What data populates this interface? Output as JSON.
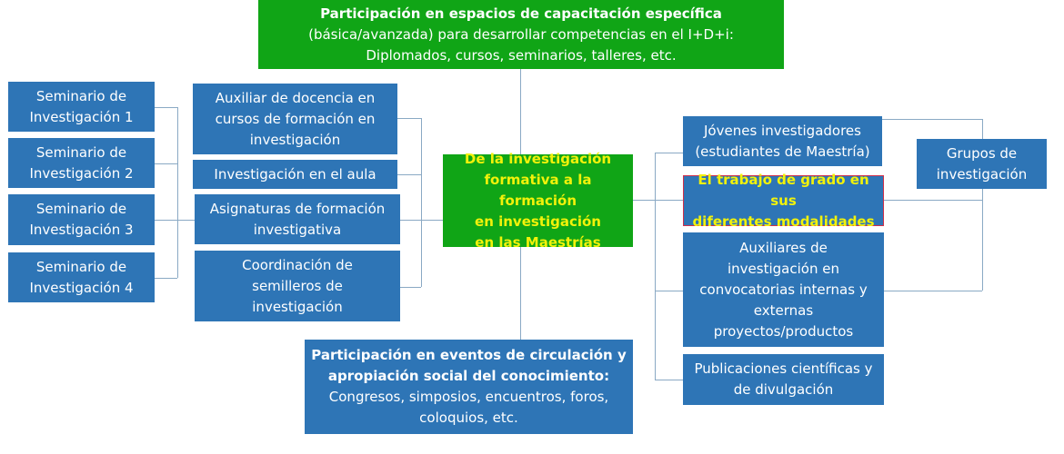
{
  "top": {
    "bold": "Participación en espacios de capacitación específica",
    "text": "(básica/avanzada) para desarrollar competencias en el I+D+i:\nDiplomados, cursos, seminarios, talleres, etc."
  },
  "center": "De la investigación\nformativa a la formación\nen investigación\nen las Maestrías",
  "seminars": [
    "Seminario de\nInvestigación 1",
    "Seminario de\nInvestigación 2",
    "Seminario de\nInvestigación 3",
    "Seminario de\nInvestigación 4"
  ],
  "left_items": [
    "Auxiliar de docencia en\ncursos de formación en\ninvestigación",
    "Investigación en el aula",
    "Asignaturas de formación\ninvestigativa",
    "Coordinación de\nsemilleros de\ninvestigación"
  ],
  "right_items": [
    "Jóvenes investigadores\n(estudiantes de Maestría)",
    "El trabajo de grado en sus\ndiferentes modalidades",
    "Auxiliares de\ninvestigación  en\nconvocatorias internas  y\nexternas\nproyectos/productos",
    "Publicaciones científicas y\nde divulgación"
  ],
  "groups": "Grupos de\ninvestigación",
  "bottom": {
    "bold": "Participación en eventos de circulación y\napropiación social del conocimiento:",
    "text": "Congresos, simposios, encuentros, foros,\ncoloquios, etc."
  },
  "colors": {
    "blue": "#2e75b6",
    "green": "#10a516",
    "highlight_text": "#f2f20a",
    "highlight_border": "#d0304a"
  }
}
